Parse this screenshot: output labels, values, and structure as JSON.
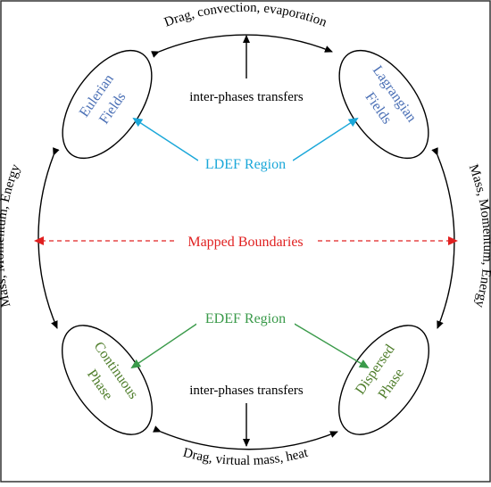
{
  "diagram": {
    "top_arc_label": "Drag, convection, evaporation",
    "bottom_arc_label": "Drag, virtual mass, heat",
    "left_arc_label": "Mass, Momentum, Energy",
    "right_arc_label": "Mass, Momentum, Energy",
    "top_transfer_label": "inter-phases transfers",
    "bottom_transfer_label": "inter-phases transfers",
    "ldef_label": "LDEF Region",
    "edef_label": "EDEF Region",
    "mapped_label": "Mapped Boundaries",
    "nodes": {
      "eulerian": [
        "Eulerian",
        "Fields"
      ],
      "lagrangian": [
        "Lagrangian",
        "Fields"
      ],
      "continuous": [
        "Continuous",
        "Phase"
      ],
      "dispersed": [
        "Dispersed",
        "Phase"
      ]
    },
    "colors": {
      "fields_text": "#4a6fb5",
      "phase_text": "#4e7d2a",
      "ldef": "#1aa7d9",
      "edef": "#3a9a4a",
      "mapped": "#e02020",
      "outline": "#000000",
      "border": "#333333"
    }
  }
}
